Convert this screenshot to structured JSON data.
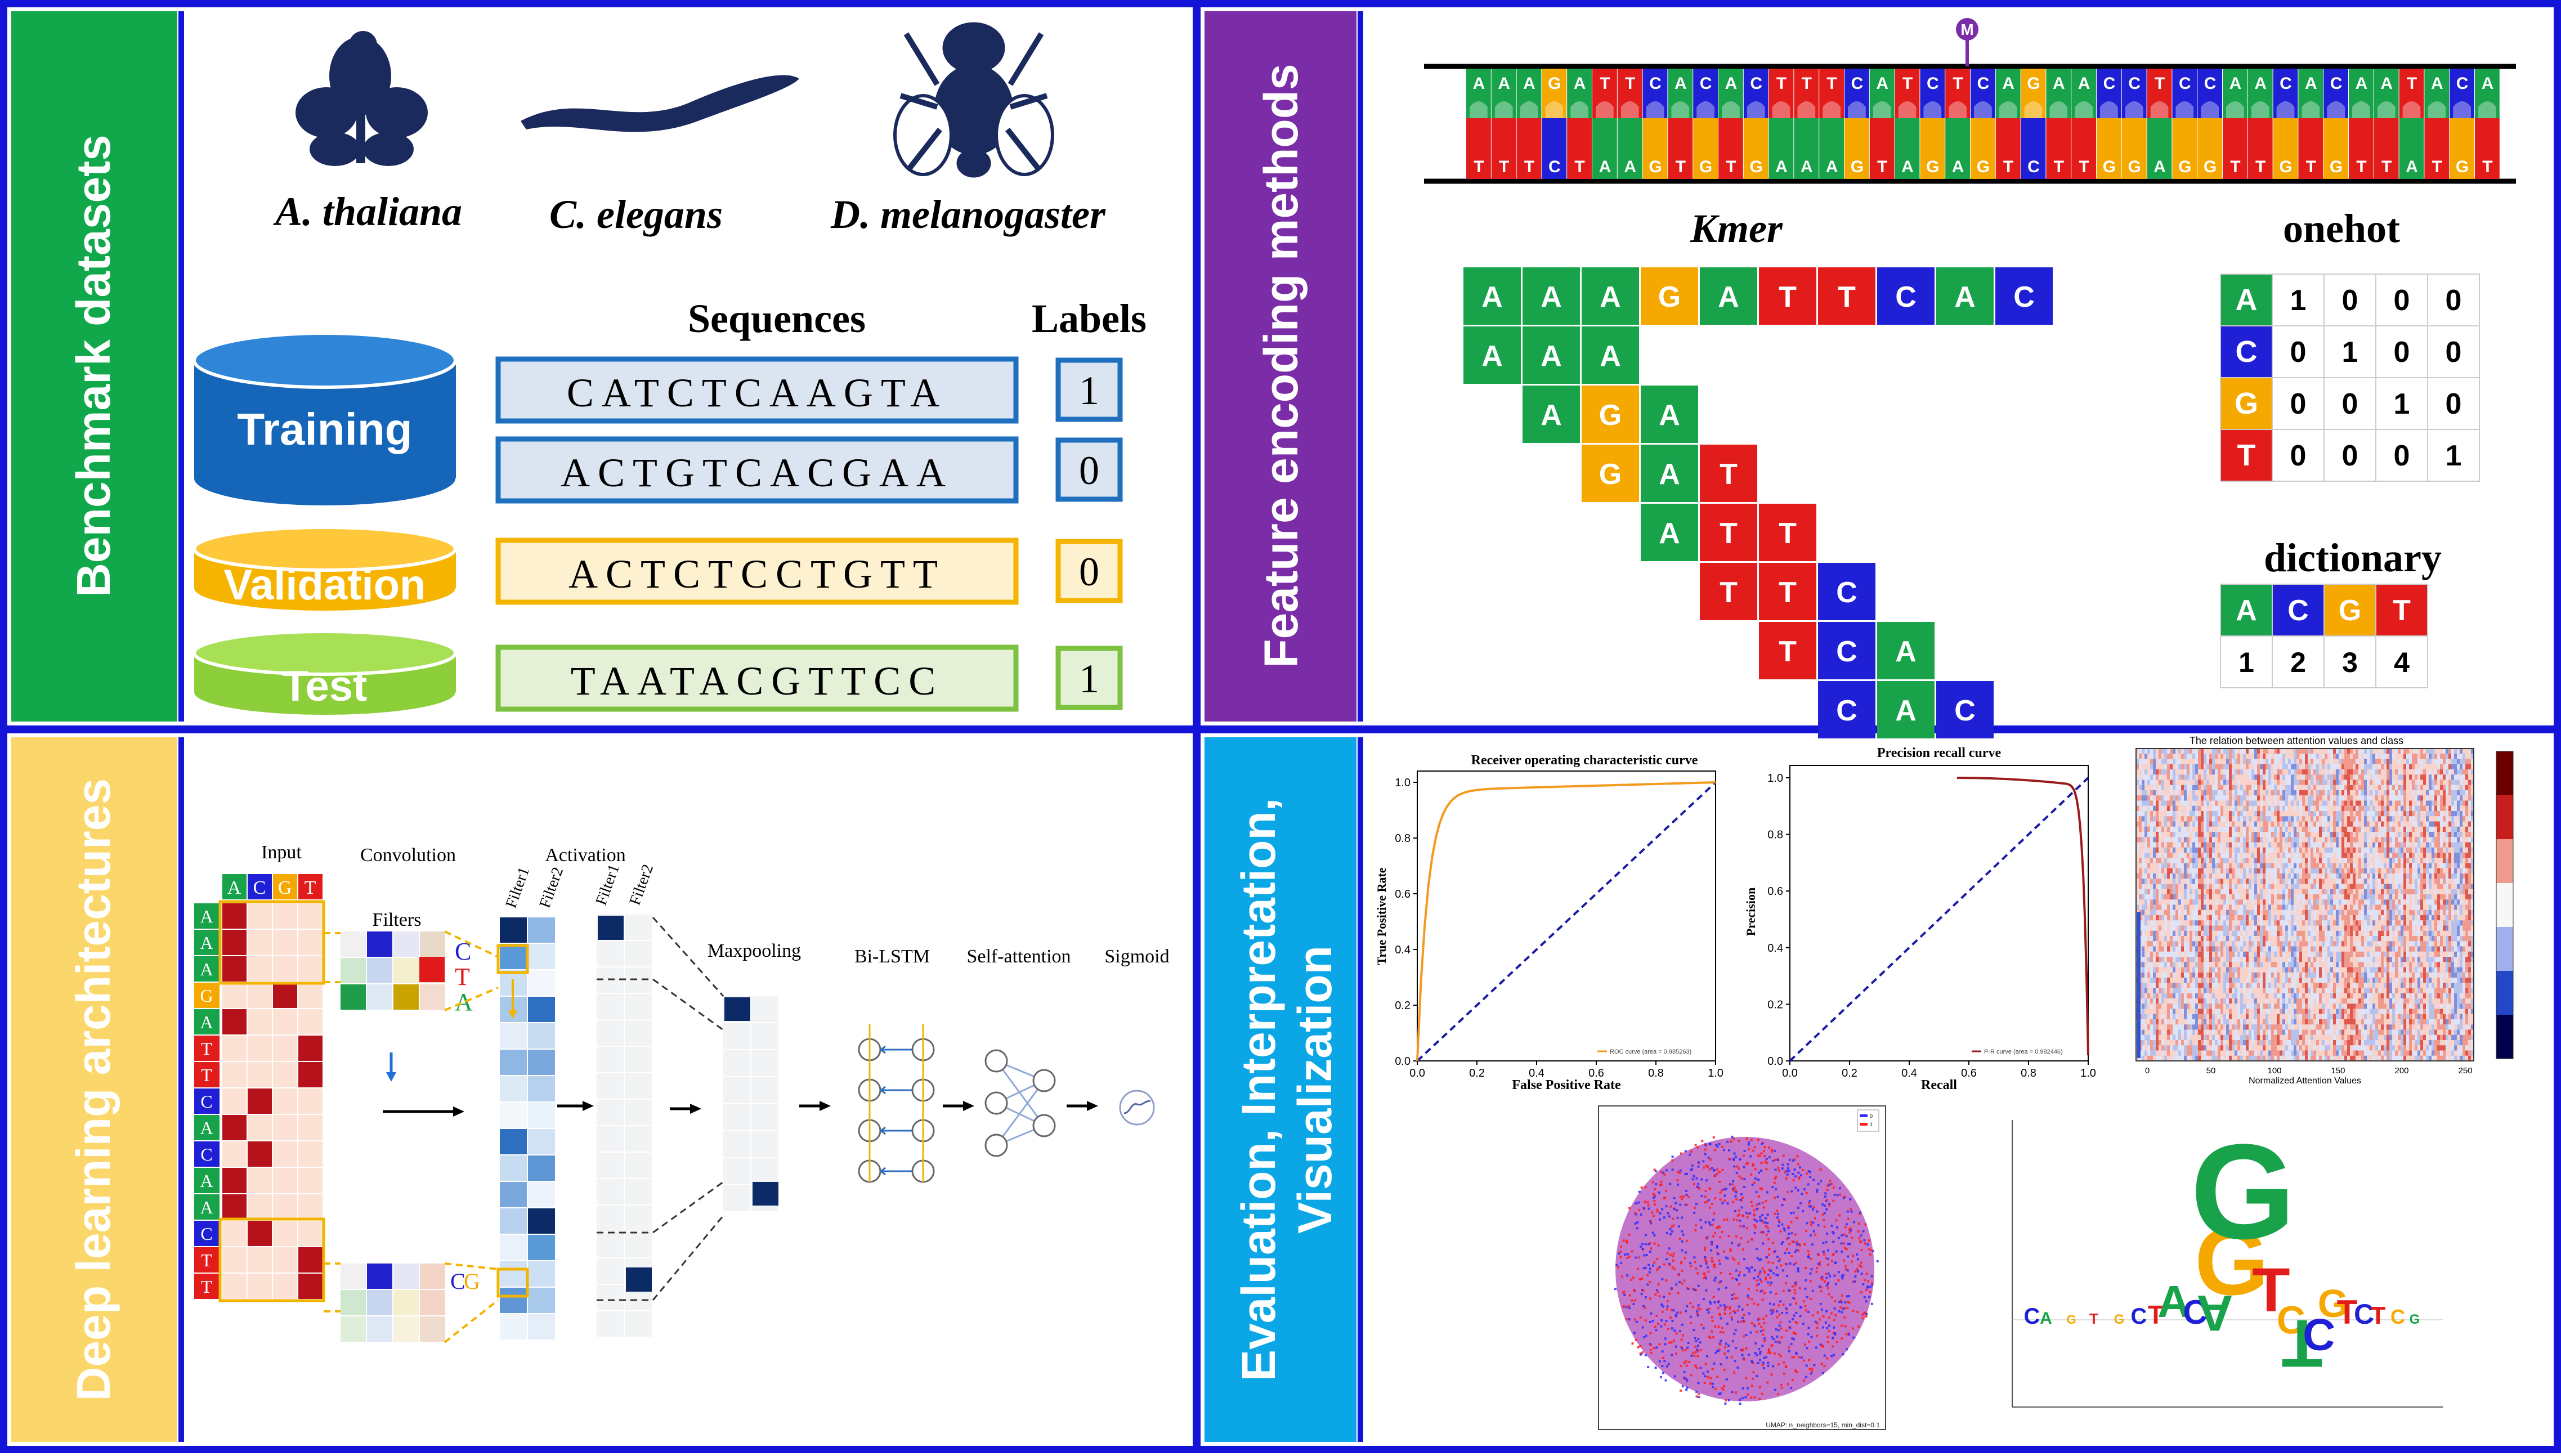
{
  "panels": {
    "benchmark": "Benchmark datasets",
    "feature": "Feature encoding methods",
    "deep": "Deep learning architectures",
    "eval": "Evaluation, Interpretation,",
    "eval2": "Visualization"
  },
  "species": [
    "A. thaliana",
    "C. elegans",
    "D. melanogaster"
  ],
  "datasets": {
    "seq_header": "Sequences",
    "label_header": "Labels",
    "rows": [
      {
        "set": "Training",
        "seq": "CATCTCAAGTA",
        "label": "1"
      },
      {
        "set": "",
        "seq": "ACTGTCACGAA",
        "label": "0"
      },
      {
        "set": "Validation",
        "seq": "ACTCTCCTGTT",
        "label": "0"
      },
      {
        "set": "Test",
        "seq": "TAATACGTTCC",
        "label": "1"
      }
    ]
  },
  "dna": {
    "top": "AAAGATTCACACTTTCATCTCAGAACCTCCAACACAATACA",
    "bottom": "TTTCTAAGTGTGAAAGTAGAGTCTTGGAGGTTGTGTTATGT",
    "marker": "M"
  },
  "kmer": {
    "title": "Kmer",
    "seq": [
      "A",
      "A",
      "A",
      "G",
      "A",
      "T",
      "T",
      "C",
      "A",
      "C"
    ],
    "windows": [
      [
        "A",
        "A",
        "A"
      ],
      [
        "A",
        "G",
        "A"
      ],
      [
        "G",
        "A",
        "T"
      ],
      [
        "A",
        "T",
        "T"
      ],
      [
        "T",
        "T",
        "C"
      ],
      [
        "T",
        "C",
        "A"
      ],
      [
        "C",
        "A",
        "C"
      ]
    ]
  },
  "onehot": {
    "title": "onehot",
    "rows": [
      {
        "base": "A",
        "bits": [
          "1",
          "0",
          "0",
          "0"
        ]
      },
      {
        "base": "C",
        "bits": [
          "0",
          "1",
          "0",
          "0"
        ]
      },
      {
        "base": "G",
        "bits": [
          "0",
          "0",
          "1",
          "0"
        ]
      },
      {
        "base": "T",
        "bits": [
          "0",
          "0",
          "0",
          "1"
        ]
      }
    ]
  },
  "dictionary": {
    "title": "dictionary",
    "bases": [
      "A",
      "C",
      "G",
      "T"
    ],
    "values": [
      "1",
      "2",
      "3",
      "4"
    ]
  },
  "arch": {
    "input": "Input",
    "convolution": "Convolution",
    "filters": "Filters",
    "activation": "Activation",
    "filter1": "Filter1",
    "filter2": "Filter2",
    "maxpooling": "Maxpooling",
    "bilstm": "Bi-LSTM",
    "selfattention": "Self-attention",
    "sigmoid": "Sigmoid",
    "input_header": [
      "A",
      "C",
      "G",
      "T"
    ],
    "input_seq": [
      "A",
      "A",
      "A",
      "G",
      "A",
      "T",
      "T",
      "C",
      "A",
      "C",
      "A",
      "A",
      "C",
      "T",
      "T"
    ],
    "filter_letters_top": [
      "C",
      "T",
      "A"
    ],
    "filter_letters_bottom": [
      "C",
      "G"
    ]
  },
  "evalplots": {
    "roc_title": "Receiver operating characteristic curve",
    "roc_x": "False Positive Rate",
    "roc_y": "True Positive Rate",
    "roc_legend": "ROC curve (area = 0.985263)",
    "pr_title": "Precision recall curve",
    "pr_x": "Recall",
    "pr_y": "Precision",
    "pr_legend": "P-R curve (area = 0.982446)",
    "heat_title": "The relation between attention values and class",
    "heat_x": "Normalized Attention Values",
    "umap_caption": "UMAP: n_neighbors=15, min_dist=0.1",
    "umap_legend": [
      "0",
      "1"
    ],
    "ticks01": [
      "0.0",
      "0.2",
      "0.4",
      "0.6",
      "0.8",
      "1.0"
    ],
    "heat_ticks": [
      "0",
      "50",
      "100",
      "150",
      "200",
      "250"
    ]
  },
  "colors": {
    "A": "#18a24a",
    "C": "#1f1fd6",
    "G": "#f5a800",
    "T": "#e21b1b",
    "border": "#1414d8"
  }
}
